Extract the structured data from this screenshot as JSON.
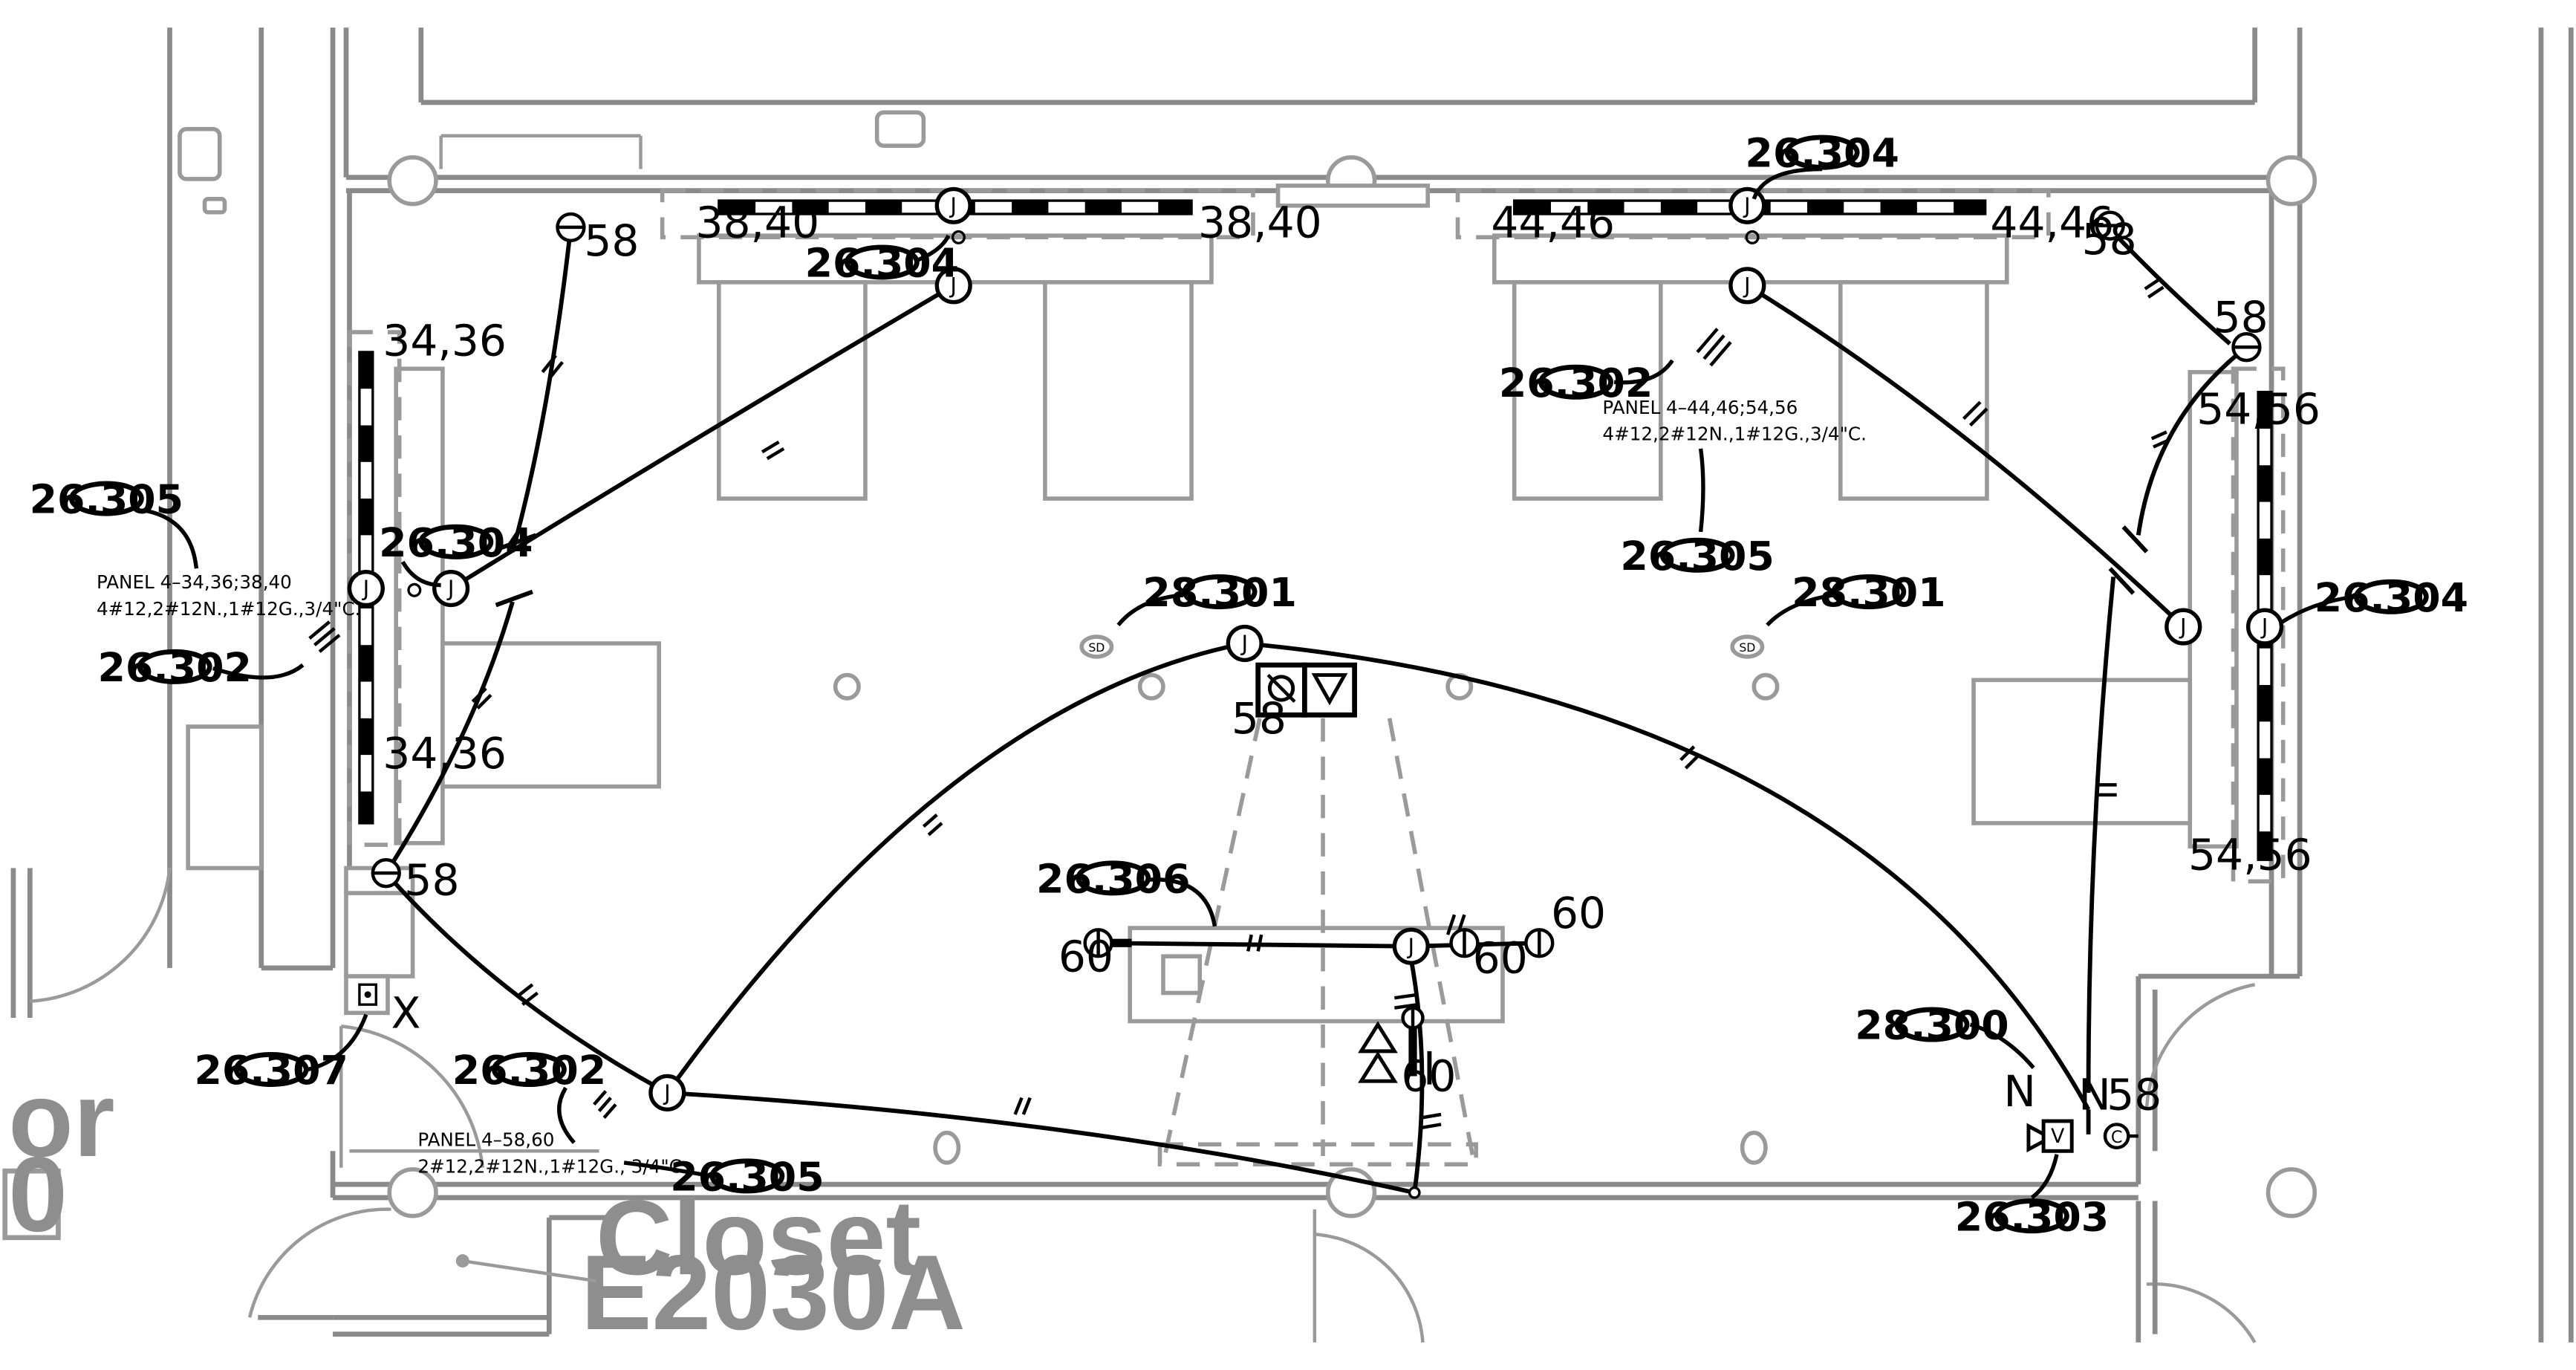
{
  "drawing": {
    "room": {
      "name_line1": "Closet",
      "name_line2": "E2030A"
    },
    "partial_room": {
      "text_line1": "or",
      "text_line2": "0"
    },
    "tags": [
      {
        "id": "tag-304-a",
        "text": "26.304"
      },
      {
        "id": "tag-304-b",
        "text": "26.304"
      },
      {
        "id": "tag-304-c",
        "text": "26.304"
      },
      {
        "id": "tag-304-d",
        "text": "26.304"
      },
      {
        "id": "tag-305-a",
        "text": "26.305"
      },
      {
        "id": "tag-305-b",
        "text": "26.305"
      },
      {
        "id": "tag-305-c",
        "text": "26.305"
      },
      {
        "id": "tag-302-a",
        "text": "26.302"
      },
      {
        "id": "tag-302-b",
        "text": "26.302"
      },
      {
        "id": "tag-302-c",
        "text": "26.302"
      },
      {
        "id": "tag-301-a",
        "text": "28.301"
      },
      {
        "id": "tag-301-b",
        "text": "28.301"
      },
      {
        "id": "tag-306",
        "text": "26.306"
      },
      {
        "id": "tag-307",
        "text": "26.307"
      },
      {
        "id": "tag-300",
        "text": "28.300"
      },
      {
        "id": "tag-303",
        "text": "26.303"
      }
    ],
    "circuit_labels": {
      "fixture_top_left_l": "38,40",
      "fixture_top_left_r": "38,40",
      "fixture_top_right_l": "44,46",
      "fixture_top_right_r": "44,46",
      "fixture_left_top": "34,36",
      "fixture_left_bottom": "34,36",
      "fixture_right_top": "54,56",
      "fixture_right_bottom": "54,56",
      "c58_top_left": "58",
      "c58_top_right": "58",
      "c58_right_upper": "58",
      "c58_left_lower": "58",
      "c58_center": "58",
      "c58_bottom_right": "58",
      "c60_a": "60",
      "c60_b": "60",
      "c60_c": "60",
      "c60_d": "60",
      "x_mark": "X",
      "n_mark_a": "N",
      "n_mark_b": "N",
      "sd_a": "SD",
      "sd_b": "SD",
      "v_box": "V",
      "c_box": "C"
    },
    "panel_notes": {
      "left_line1": "PANEL 4–34,36;38,40",
      "left_line2": "4#12,2#12N.,1#12G.,3/4\"C.",
      "right_line1": "PANEL 4–44,46;54,56",
      "right_line2": "4#12,2#12N.,1#12G.,3/4\"C.",
      "bottom_line1": "PANEL 4–58,60",
      "bottom_line2": "2#12,2#12N.,1#12G., 3/4\"C."
    },
    "junction_letter": "J"
  }
}
